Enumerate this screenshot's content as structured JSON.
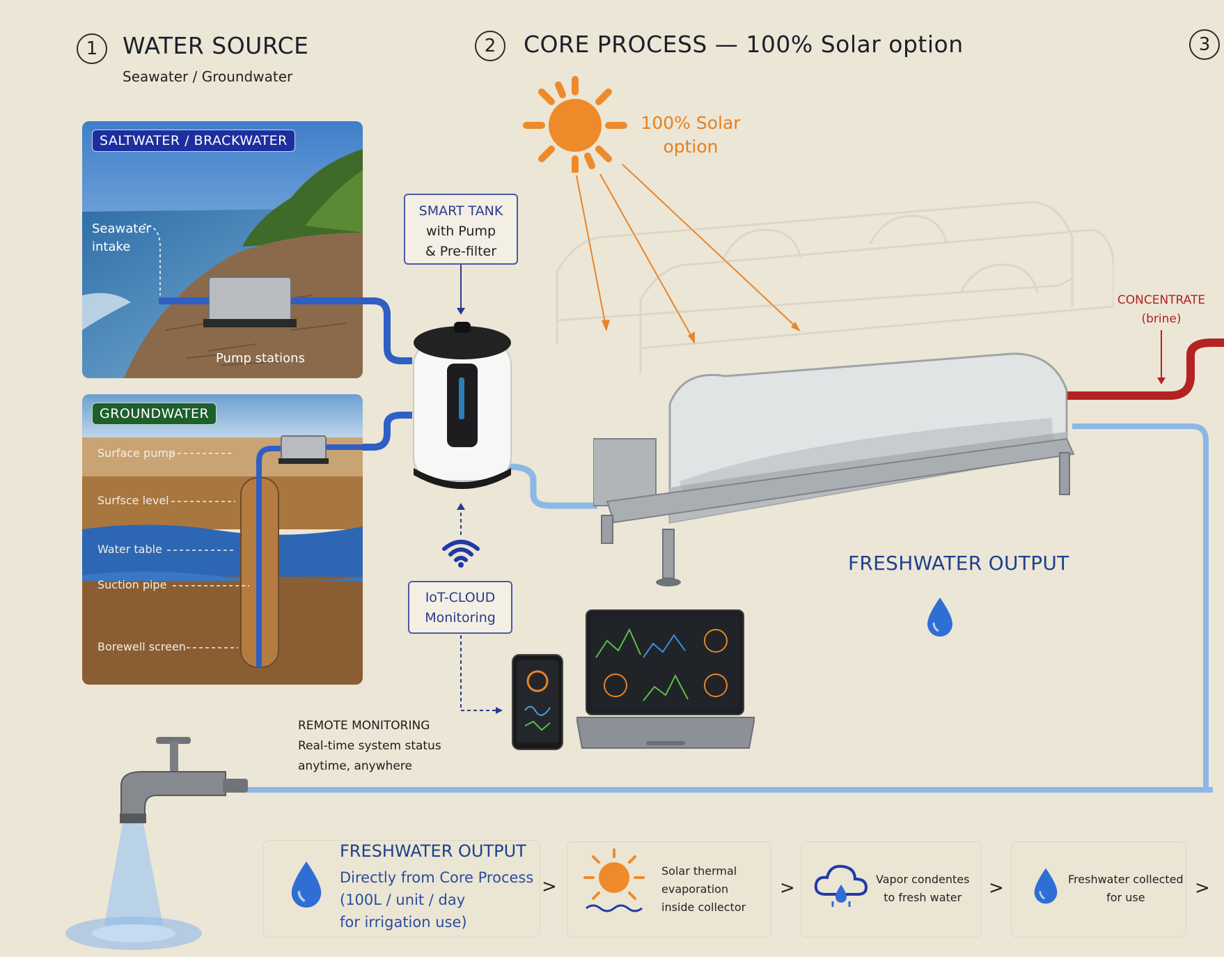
{
  "sections": {
    "s1": {
      "number": "1",
      "title": "WATER SOURCE",
      "subtitle": "Seawater / Groundwater"
    },
    "s2": {
      "number": "2",
      "title": "CORE PROCESS — 100% Solar option"
    },
    "s3": {
      "number": "3"
    }
  },
  "saltwater": {
    "tag": "SALTWATER / BRACKWATER",
    "intake_line1": "Seawater",
    "intake_line2": "intake",
    "pump": "Pump stations"
  },
  "groundwater": {
    "tag": "GROUNDWATER",
    "labels": [
      "Surface pump",
      "Surfsce level",
      "Water table",
      "Suction pipe",
      "Borewell screen"
    ]
  },
  "smart_tank": {
    "line1": "SMART TANK",
    "line2": "with Pump",
    "line3": "& Pre-filter"
  },
  "solar": {
    "line1": "100% Solar",
    "line2": "option"
  },
  "iot": {
    "line1": "IoT-CLOUD",
    "line2": "Monitoring"
  },
  "remote": {
    "line1": "REMOTE MONITORING",
    "line2": "Real-time system status",
    "line3": "anytime, anywhere"
  },
  "freshwater_output": "FRESHWATER OUTPUT",
  "concentrate": {
    "line1": "CONCENTRATE",
    "line2": "(brine)"
  },
  "bottom": {
    "output_title": "FRESHWATER OUTPUT",
    "output_line1": "Directly from Core Process",
    "output_line2": "(100L / unit / day",
    "output_line3": "for irrigation use)",
    "card1": {
      "line1": "Solar thermal",
      "line2": "evaporation",
      "line3": "inside collector"
    },
    "card2": {
      "line1": "Vapor condentes",
      "line2": "to fresh water"
    },
    "card3": {
      "line1": "Freshwater collected",
      "line2": "for use"
    },
    "chevron": ">"
  },
  "colors": {
    "pipe_blue": "#2f5fc4",
    "pipe_light": "#8cb8e6",
    "brine_red": "#b52222",
    "sun": "#ee8a2a",
    "navy_tag": "#1d2f9e",
    "green_tag": "#1f5e2e"
  }
}
